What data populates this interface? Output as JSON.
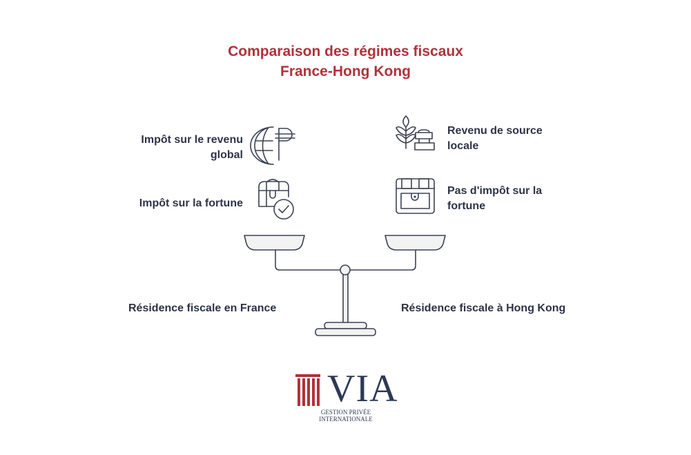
{
  "title": {
    "line1": "Comparaison des régimes fiscaux",
    "line2": "France-Hong Kong"
  },
  "left": {
    "items": [
      {
        "label_line1": "Impôt sur le revenu",
        "label_line2": "global",
        "icon": "globe-currency-icon"
      },
      {
        "label_line1": "Impôt sur la fortune",
        "icon": "treasure-chest-check-icon"
      }
    ],
    "caption": "Résidence fiscale en France"
  },
  "right": {
    "items": [
      {
        "label_line1": "Revenu de source",
        "label_line2": "locale",
        "icon": "wheat-market-stall-icon"
      },
      {
        "label_line1": "Pas d'impôt sur la",
        "label_line2": "fortune",
        "icon": "treasure-chest-icon"
      }
    ],
    "caption": "Résidence fiscale à Hong Kong"
  },
  "logo": {
    "name": "VIA",
    "subtitle": "GESTION PRIVÉE INTERNATIONALE"
  },
  "colors": {
    "title": "#b0323a",
    "text": "#2d3447",
    "icon": "#3a4254",
    "logo_red": "#b0323a",
    "logo_navy": "#2d3a55"
  }
}
